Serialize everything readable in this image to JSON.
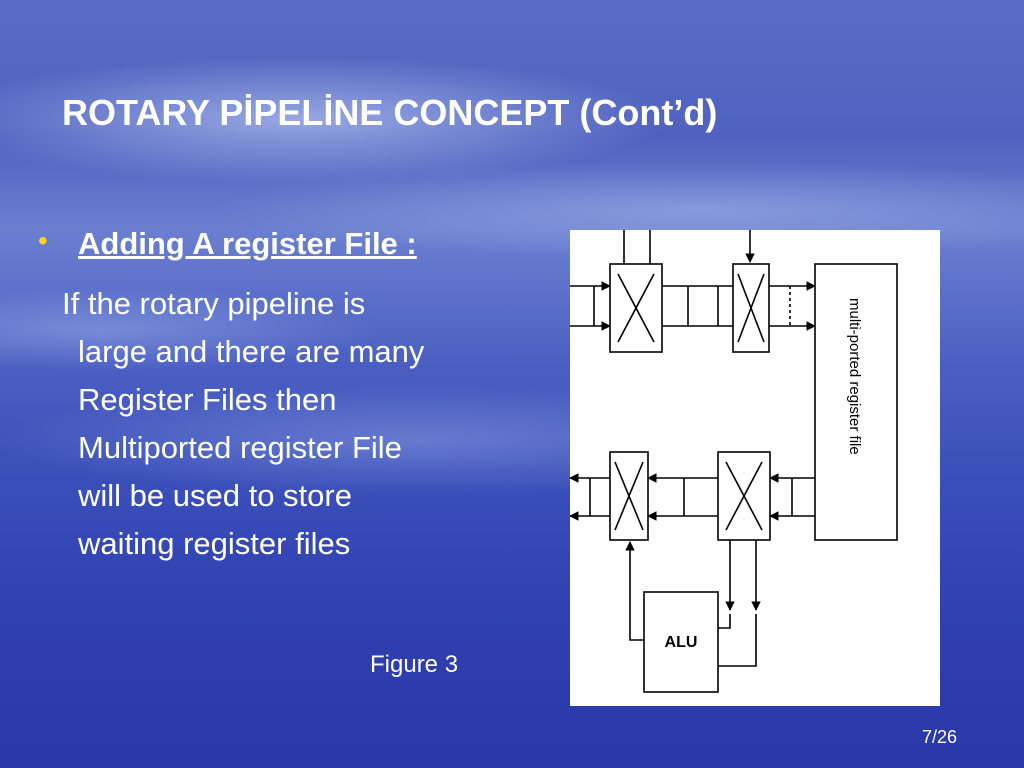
{
  "slide": {
    "title": "ROTARY PİPELİNE CONCEPT (Cont’d)",
    "bullet_heading": "Adding A register File :",
    "body_lines": [
      "If the rotary pipeline is",
      "large and there are  many",
      "Register Files then",
      "Multiported register File",
      "will be used to store",
      "waiting register files"
    ],
    "figure_caption": "Figure 3",
    "page_number": "7/26"
  },
  "figure": {
    "register_file_label": "multi-ported register file",
    "alu_label": "ALU"
  },
  "colors": {
    "bullet": "#ffd21a",
    "text": "#ffffff"
  }
}
